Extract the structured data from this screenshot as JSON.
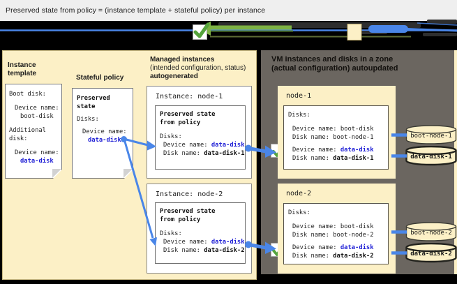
{
  "title": "Preserved state from policy = (instance template + stateful policy) per instance",
  "labels": {
    "device_name": "Device name:",
    "disk_name": "Disk name:",
    "disks": "Disks:"
  },
  "legend": {
    "icons": [
      "green-check-icon",
      "green-arrow-icon",
      "template-color-swatch",
      "blue-connector-pill"
    ]
  },
  "instance_template": {
    "heading": [
      "Instance",
      "template"
    ],
    "boot_disk_label": "Boot disk:",
    "boot_device": "boot-disk",
    "additional": [
      "Additional",
      "disk:"
    ],
    "data_device": "data-disk"
  },
  "stateful_policy": {
    "heading": "Stateful policy",
    "preserved": [
      "Preserved",
      "state"
    ],
    "data_device": "data-disk"
  },
  "managed": {
    "heading": [
      "Managed instances",
      "(intended configuration, status)",
      "autogenerated"
    ],
    "instances": [
      {
        "title": "Instance: node-1",
        "preserved": [
          "Preserved state",
          "from policy"
        ],
        "device": "data-disk",
        "disk": "data-disk-1"
      },
      {
        "title": "Instance: node-2",
        "preserved": [
          "Preserved state",
          "from policy"
        ],
        "device": "data-disk",
        "disk": "data-disk-2"
      }
    ]
  },
  "vm_panel": {
    "heading": [
      "VM instances and disks in a zone",
      "(actual configuration) autoupdated"
    ],
    "nodes": [
      {
        "name": "node-1",
        "boot_device": "boot-disk",
        "boot_disk": "boot-node-1",
        "data_device": "data-disk",
        "data_disk": "data-disk-1",
        "cylinders": [
          "boot-node-1",
          "data-disk-1"
        ]
      },
      {
        "name": "node-2",
        "boot_device": "boot-disk",
        "boot_disk": "boot-node-2",
        "data_device": "data-disk",
        "data_disk": "data-disk-2",
        "cylinders": [
          "boot-node-2",
          "data-disk-2"
        ]
      }
    ]
  },
  "colors": {
    "cream": "#fcf0c6",
    "panel_gray": "#6b6660",
    "connector_blue": "#4a86e8",
    "code_blue": "#2222d6",
    "check_green": "#55a33c",
    "arrow_green": "#7db243"
  }
}
